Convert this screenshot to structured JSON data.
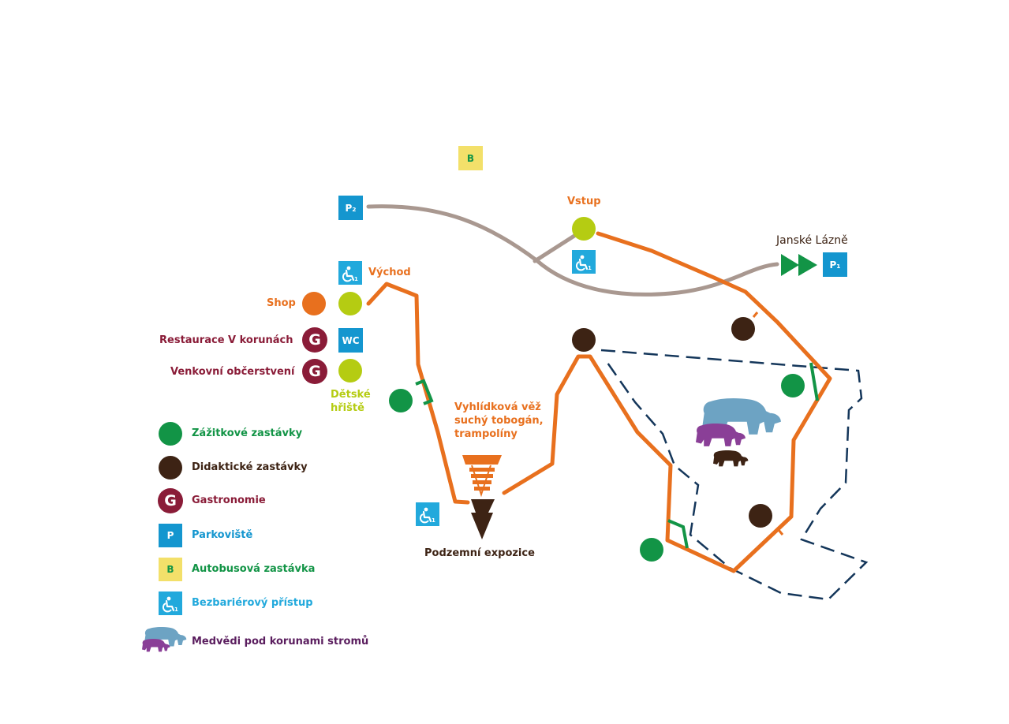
{
  "colors": {
    "orange": "#e8701e",
    "lime": "#b5cc12",
    "green": "#129446",
    "brown": "#3d2314",
    "maroon": "#8a1c38",
    "blue": "#1496cf",
    "cyan": "#22a9dc",
    "yellow": "#f3e06a",
    "grey_path": "#a99890",
    "navy_dash": "#14365a",
    "bear_blue": "#6da3c3",
    "bear_purple": "#8a3f97",
    "purple_text": "#5a1d5e"
  },
  "map": {
    "bus_stop_badge": "B",
    "parking_p2": "P₂",
    "parking_p1": "P₁",
    "entrance_label": "Vstup",
    "exit_label": "Východ",
    "janske_lazne_label": "Janské Lázně",
    "shop_label": "Shop",
    "restaurant_label": "Restaurace V korunách",
    "outdoor_refreshment_label": "Venkovní občerstvení",
    "wc_badge": "WC",
    "playground_label": "Dětské hřiště",
    "lookout_tower_label": "Vyhlídková věž suchý tobogán, trampolíny",
    "underground_expo_label": "Podzemní expozice",
    "gastro_glyph": "G",
    "icons": {
      "wheelchair": "wheelchair-icon",
      "arrows": "double-arrow-icon",
      "bear": "bear-icon",
      "tower": "tower-icon",
      "down_arrow": "down-arrow-icon"
    }
  },
  "legend": {
    "items": [
      {
        "label": "Zážitkové zastávky",
        "icon": "green-circle-icon",
        "color": "#129446"
      },
      {
        "label": "Didaktické zastávky",
        "icon": "brown-circle-icon",
        "color": "#3d2314"
      },
      {
        "label": "Gastronomie",
        "icon": "gastronomy-icon",
        "color": "#8a1c38"
      },
      {
        "label": "Parkoviště",
        "icon": "parking-icon",
        "color": "#1496cf",
        "badge": "P"
      },
      {
        "label": "Autobusová zastávka",
        "icon": "bus-stop-icon",
        "color": "#129446",
        "badge": "B"
      },
      {
        "label": "Bezbariérový přístup",
        "icon": "wheelchair-icon",
        "color": "#22a9dc"
      },
      {
        "label": "Medvědi pod korunami stromů",
        "icon": "bears-icon",
        "color": "#5a1d5e"
      }
    ]
  }
}
